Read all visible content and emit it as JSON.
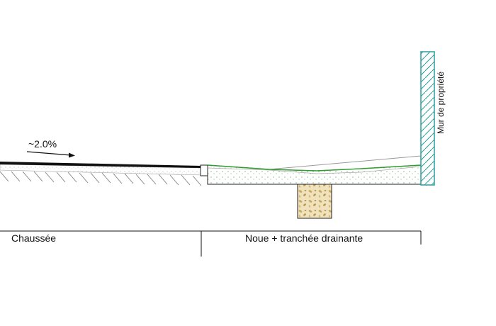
{
  "annotations": {
    "slope": "~2.0%",
    "wall": "Mur de propriété"
  },
  "zones": {
    "chaussee": "Chaussée",
    "noue": "Noue + tranchée drainante"
  },
  "colors": {
    "road_surface": "#111111",
    "grass_line": "#2e9e2e",
    "wall_hatch": "#2a9d9d",
    "gravel_fill": "#c8a860",
    "ground_hatch": "#777777"
  }
}
